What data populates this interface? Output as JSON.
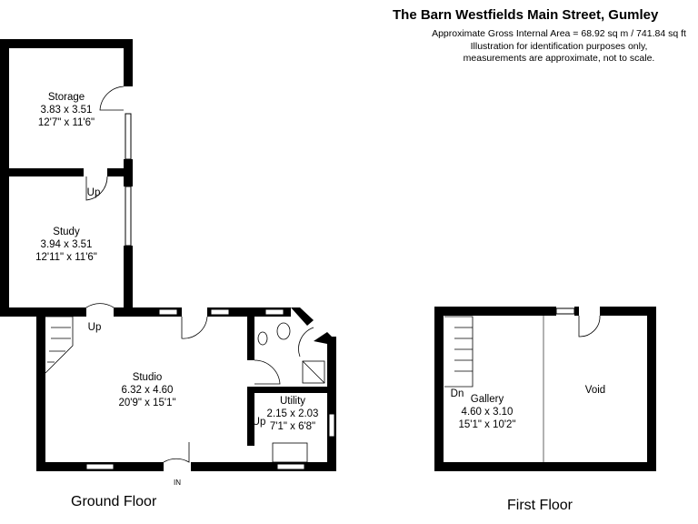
{
  "header": {
    "title": "The Barn Westfields Main Street, Gumley",
    "area": "Approximate Gross Internal Area = 68.92 sq m / 741.84 sq ft",
    "note1": "Illustration for identification purposes only,",
    "note2": "measurements are approximate, not to scale."
  },
  "ground_floor": {
    "label": "Ground Floor",
    "rooms": [
      {
        "name": "Storage",
        "metric": "3.83 x 3.51",
        "imperial": "12'7\" x 11'6\""
      },
      {
        "name": "Study",
        "metric": "3.94 x 3.51",
        "imperial": "12'11\" x 11'6\""
      },
      {
        "name": "Studio",
        "metric": "6.32 x 4.60",
        "imperial": "20'9\" x 15'1\""
      },
      {
        "name": "Utility",
        "metric": "2.15 x 2.03",
        "imperial": "7'1\" x 6'8\""
      }
    ],
    "stair_labels": [
      "Up",
      "Up",
      "Up"
    ],
    "entrance": "IN"
  },
  "first_floor": {
    "label": "First Floor",
    "rooms": [
      {
        "name": "Gallery",
        "metric": "4.60 x 3.10",
        "imperial": "15'1\" x 10'2\""
      },
      {
        "name": "Void"
      }
    ],
    "stair_label": "Dn"
  }
}
